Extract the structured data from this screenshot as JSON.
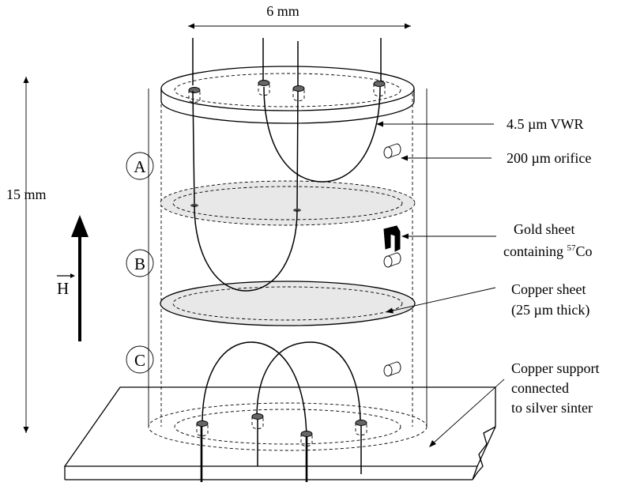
{
  "labels": {
    "width": "6 mm",
    "height": "15 mm",
    "vwr": "4.5 µm VWR",
    "orifice": "200 µm orifice",
    "gold_line1": "Gold sheet",
    "gold_line2_prefix": "containing ",
    "gold_isotope_mass": "57",
    "gold_isotope_symbol": "Co",
    "copper_sheet_line1": "Copper sheet",
    "copper_sheet_line2": "(25 µm thick)",
    "support_line1": "Copper support",
    "support_line2": "connected",
    "support_line3": "to silver sinter",
    "field": "H"
  },
  "chambers": [
    "A",
    "B",
    "C"
  ]
}
